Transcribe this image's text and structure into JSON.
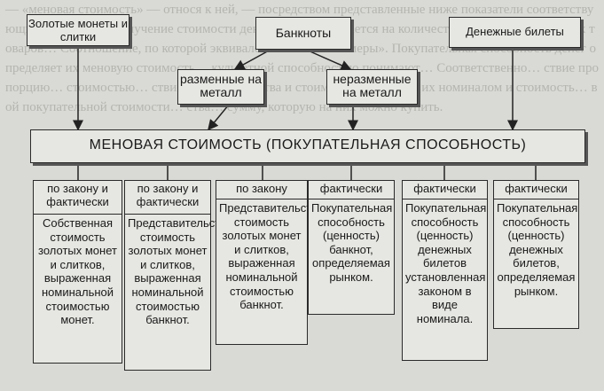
{
  "background_text": "— «меновая стоимость» — относя к ней, — посредством представленные ниже показатели соответствующие… и которой получение стоимости денежных обменивается на количественные единицы других товаров… Соотношение, по которой эквивалентны… мени и меры». Покупательная способность денег определяет их меновую стоимость… культетной способностью понимают… Соответственно… ствие пропорцию… стоимостью… ствием их достоинства и стоимости… ствиями их номиналом и стоимость… вой покупательной стоимости… ства… сумму, которую на них можно купить.",
  "top_boxes": {
    "gold": "Золотые монеты и слитки",
    "banknotes": "Банкноты",
    "treasury_notes": "Денежные билеты"
  },
  "mid_boxes": {
    "convertible": "разменные на металл",
    "inconvertible": "неразменные на металл"
  },
  "main_box": "МЕНОВАЯ СТОИМОСТЬ (ПОКУПАТЕЛЬНАЯ СПОСОБНОСТЬ)",
  "columns": [
    {
      "head": "по закону и фактически",
      "body": "Собственная стоимость золотых монет и слитков, выраженная номинальной стоимостью монет."
    },
    {
      "head": "по закону и фактически",
      "body": "Представительствуемая стоимость золотых монет и слитков, выраженная номинальной стоимостью банкнот."
    },
    {
      "head": "по закону",
      "body": "Представительствуемая стоимость золотых монет и слитков, выраженная номинальной стоимостью банкнот."
    },
    {
      "head": "фактически",
      "body": "Покупательная способность (ценность) банкнот, определяемая рынком."
    },
    {
      "head": "фактически",
      "body": "Покупательная способность (ценность) денежных билетов установленная законом в виде номинала."
    },
    {
      "head": "фактически",
      "body": "Покупательная способность (ценность) денежных билетов, определяемая рынком."
    }
  ]
}
